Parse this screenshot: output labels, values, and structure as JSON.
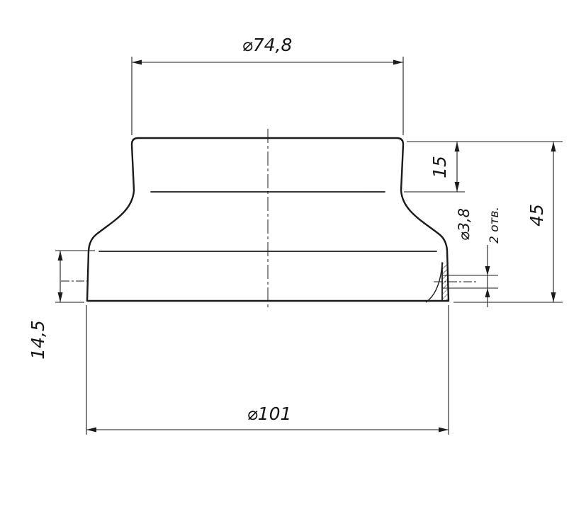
{
  "page": {
    "background": "#ffffff",
    "line_color": "#1b1b1b"
  },
  "drawing": {
    "labels": {
      "top_diameter": "⌀74,8",
      "bottom_diameter": "⌀101",
      "upper_height": "15",
      "total_height": "45",
      "flange_height": "14,5",
      "hole_diameter": "⌀3,8",
      "hole_note": "2 отв."
    }
  }
}
